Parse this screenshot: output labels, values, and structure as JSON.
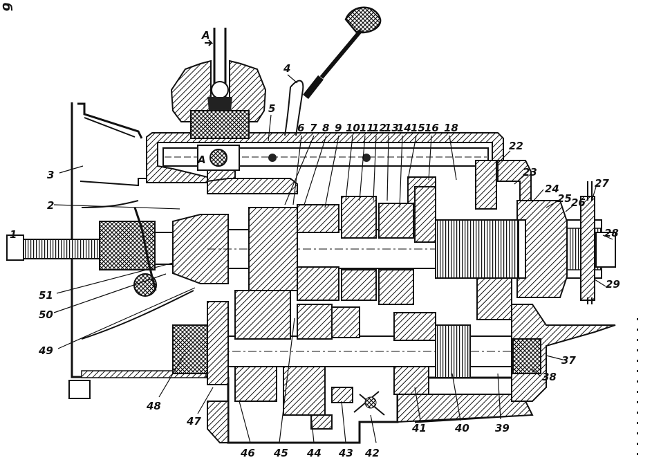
{
  "corner_mark": "б",
  "section_marker_top": "А",
  "section_marker_mid": "А",
  "callouts": [
    {
      "id": "1",
      "label": "1"
    },
    {
      "id": "2",
      "label": "2"
    },
    {
      "id": "3",
      "label": "3"
    },
    {
      "id": "4",
      "label": "4"
    },
    {
      "id": "5",
      "label": "5"
    },
    {
      "id": "6",
      "label": "6"
    },
    {
      "id": "7",
      "label": "7"
    },
    {
      "id": "8",
      "label": "8"
    },
    {
      "id": "9",
      "label": "9"
    },
    {
      "id": "10",
      "label": "10"
    },
    {
      "id": "11",
      "label": "11"
    },
    {
      "id": "12",
      "label": "12"
    },
    {
      "id": "13",
      "label": "13"
    },
    {
      "id": "14",
      "label": "14"
    },
    {
      "id": "15",
      "label": "15"
    },
    {
      "id": "16",
      "label": "16"
    },
    {
      "id": "18",
      "label": "18"
    },
    {
      "id": "22",
      "label": "22"
    },
    {
      "id": "23",
      "label": "23"
    },
    {
      "id": "24",
      "label": "24"
    },
    {
      "id": "25",
      "label": "25"
    },
    {
      "id": "26",
      "label": "26"
    },
    {
      "id": "27",
      "label": "27"
    },
    {
      "id": "28",
      "label": "28"
    },
    {
      "id": "29",
      "label": "29"
    },
    {
      "id": "37",
      "label": "37"
    },
    {
      "id": "38",
      "label": "38"
    },
    {
      "id": "39",
      "label": "39"
    },
    {
      "id": "40",
      "label": "40"
    },
    {
      "id": "41",
      "label": "41"
    },
    {
      "id": "42",
      "label": "42"
    },
    {
      "id": "43",
      "label": "43"
    },
    {
      "id": "44",
      "label": "44"
    },
    {
      "id": "45",
      "label": "45"
    },
    {
      "id": "46",
      "label": "46"
    },
    {
      "id": "47",
      "label": "47"
    },
    {
      "id": "48",
      "label": "48"
    },
    {
      "id": "49",
      "label": "49"
    },
    {
      "id": "50",
      "label": "50"
    },
    {
      "id": "51",
      "label": "51"
    }
  ]
}
